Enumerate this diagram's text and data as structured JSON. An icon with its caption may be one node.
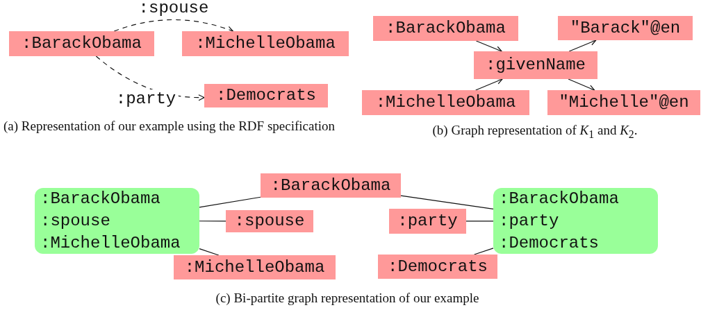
{
  "diagram": {
    "nodes": [
      {
        "text": [
          ":BarackObama"
        ]
      },
      {
        "text": [
          ":MichelleObama"
        ]
      },
      {
        "text": [
          ":Democrats"
        ]
      },
      {
        "text": [
          ":BarackObama"
        ]
      },
      {
        "text": [
          "\"Barack\"@en"
        ]
      },
      {
        "text": [
          ":givenName"
        ]
      },
      {
        "text": [
          ":MichelleObama"
        ]
      },
      {
        "text": [
          "\"Michelle\"@en"
        ]
      },
      {
        "text": [
          ":BarackObama",
          ":spouse",
          ":MichelleObama"
        ]
      },
      {
        "text": [
          ":BarackObama"
        ]
      },
      {
        "text": [
          ":spouse"
        ]
      },
      {
        "text": [
          ":MichelleObama"
        ]
      },
      {
        "text": [
          ":party"
        ]
      },
      {
        "text": [
          ":Democrats"
        ]
      },
      {
        "text": [
          ":BarackObama",
          ":party",
          ":Democrats"
        ]
      }
    ],
    "edges": [
      {
        "from": 0,
        "to": 1,
        "arrow": "to",
        "label": ":spouse",
        "style": "dashed"
      },
      {
        "from": 0,
        "to": 2,
        "arrow": "to",
        "label": ":party",
        "style": "dashed"
      },
      {
        "from": 3,
        "to": 5,
        "arrow": "to"
      },
      {
        "from": 6,
        "to": 5,
        "arrow": "to"
      },
      {
        "from": 5,
        "to": 4,
        "arrow": "to"
      },
      {
        "from": 5,
        "to": 7,
        "arrow": "to"
      },
      {
        "from": 8,
        "to": 9,
        "arrow": "none"
      },
      {
        "from": 8,
        "to": 10,
        "arrow": "none"
      },
      {
        "from": 8,
        "to": 11,
        "arrow": "none"
      },
      {
        "from": 9,
        "to": 14,
        "arrow": "none"
      },
      {
        "from": 12,
        "to": 14,
        "arrow": "none"
      },
      {
        "from": 13,
        "to": 14,
        "arrow": "none"
      }
    ],
    "labels": [
      "(a) Representation of our example using the RDF specification",
      "(b) Graph representation of *K*$_{1}$ and *K*$_{2}$.",
      "(c) Bi-partite graph representation of our example"
    ]
  }
}
